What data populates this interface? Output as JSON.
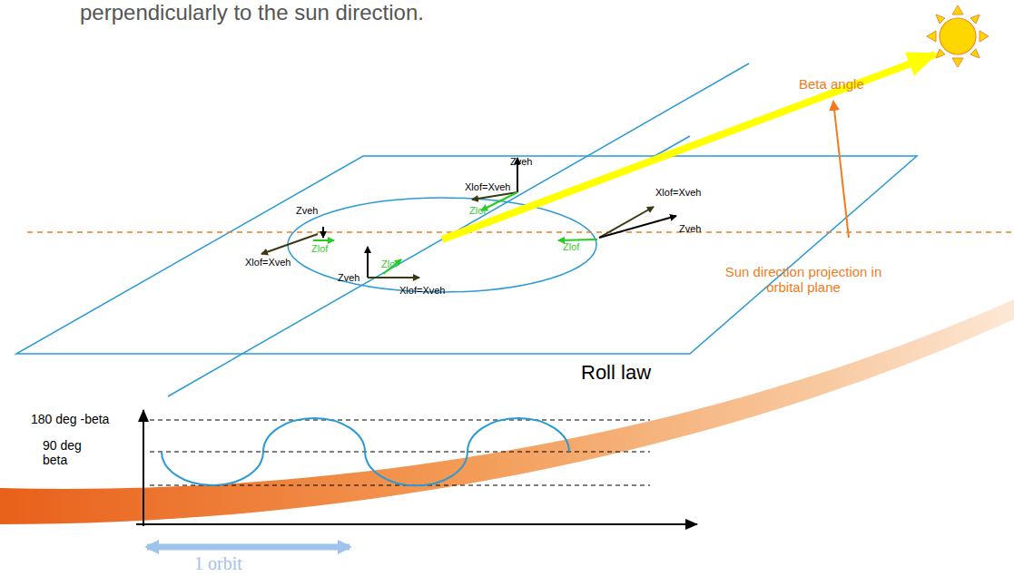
{
  "diagram": {
    "labels": [
      "perpendicularly to the sun direction.",
      "Zveh",
      "Xlof=Xveh",
      "Zlof",
      "Beta angle",
      "Xlof=Xveh",
      "Zveh",
      "Zveh",
      "Zlof",
      "Zlof",
      "Sun direction projection in orbital plane",
      "Xlof=Xveh",
      "Zveh",
      "Zlof",
      "Xlof=Xveh",
      "Roll law",
      "180 deg -beta",
      "90 deg",
      "beta",
      "1 orbit"
    ]
  }
}
